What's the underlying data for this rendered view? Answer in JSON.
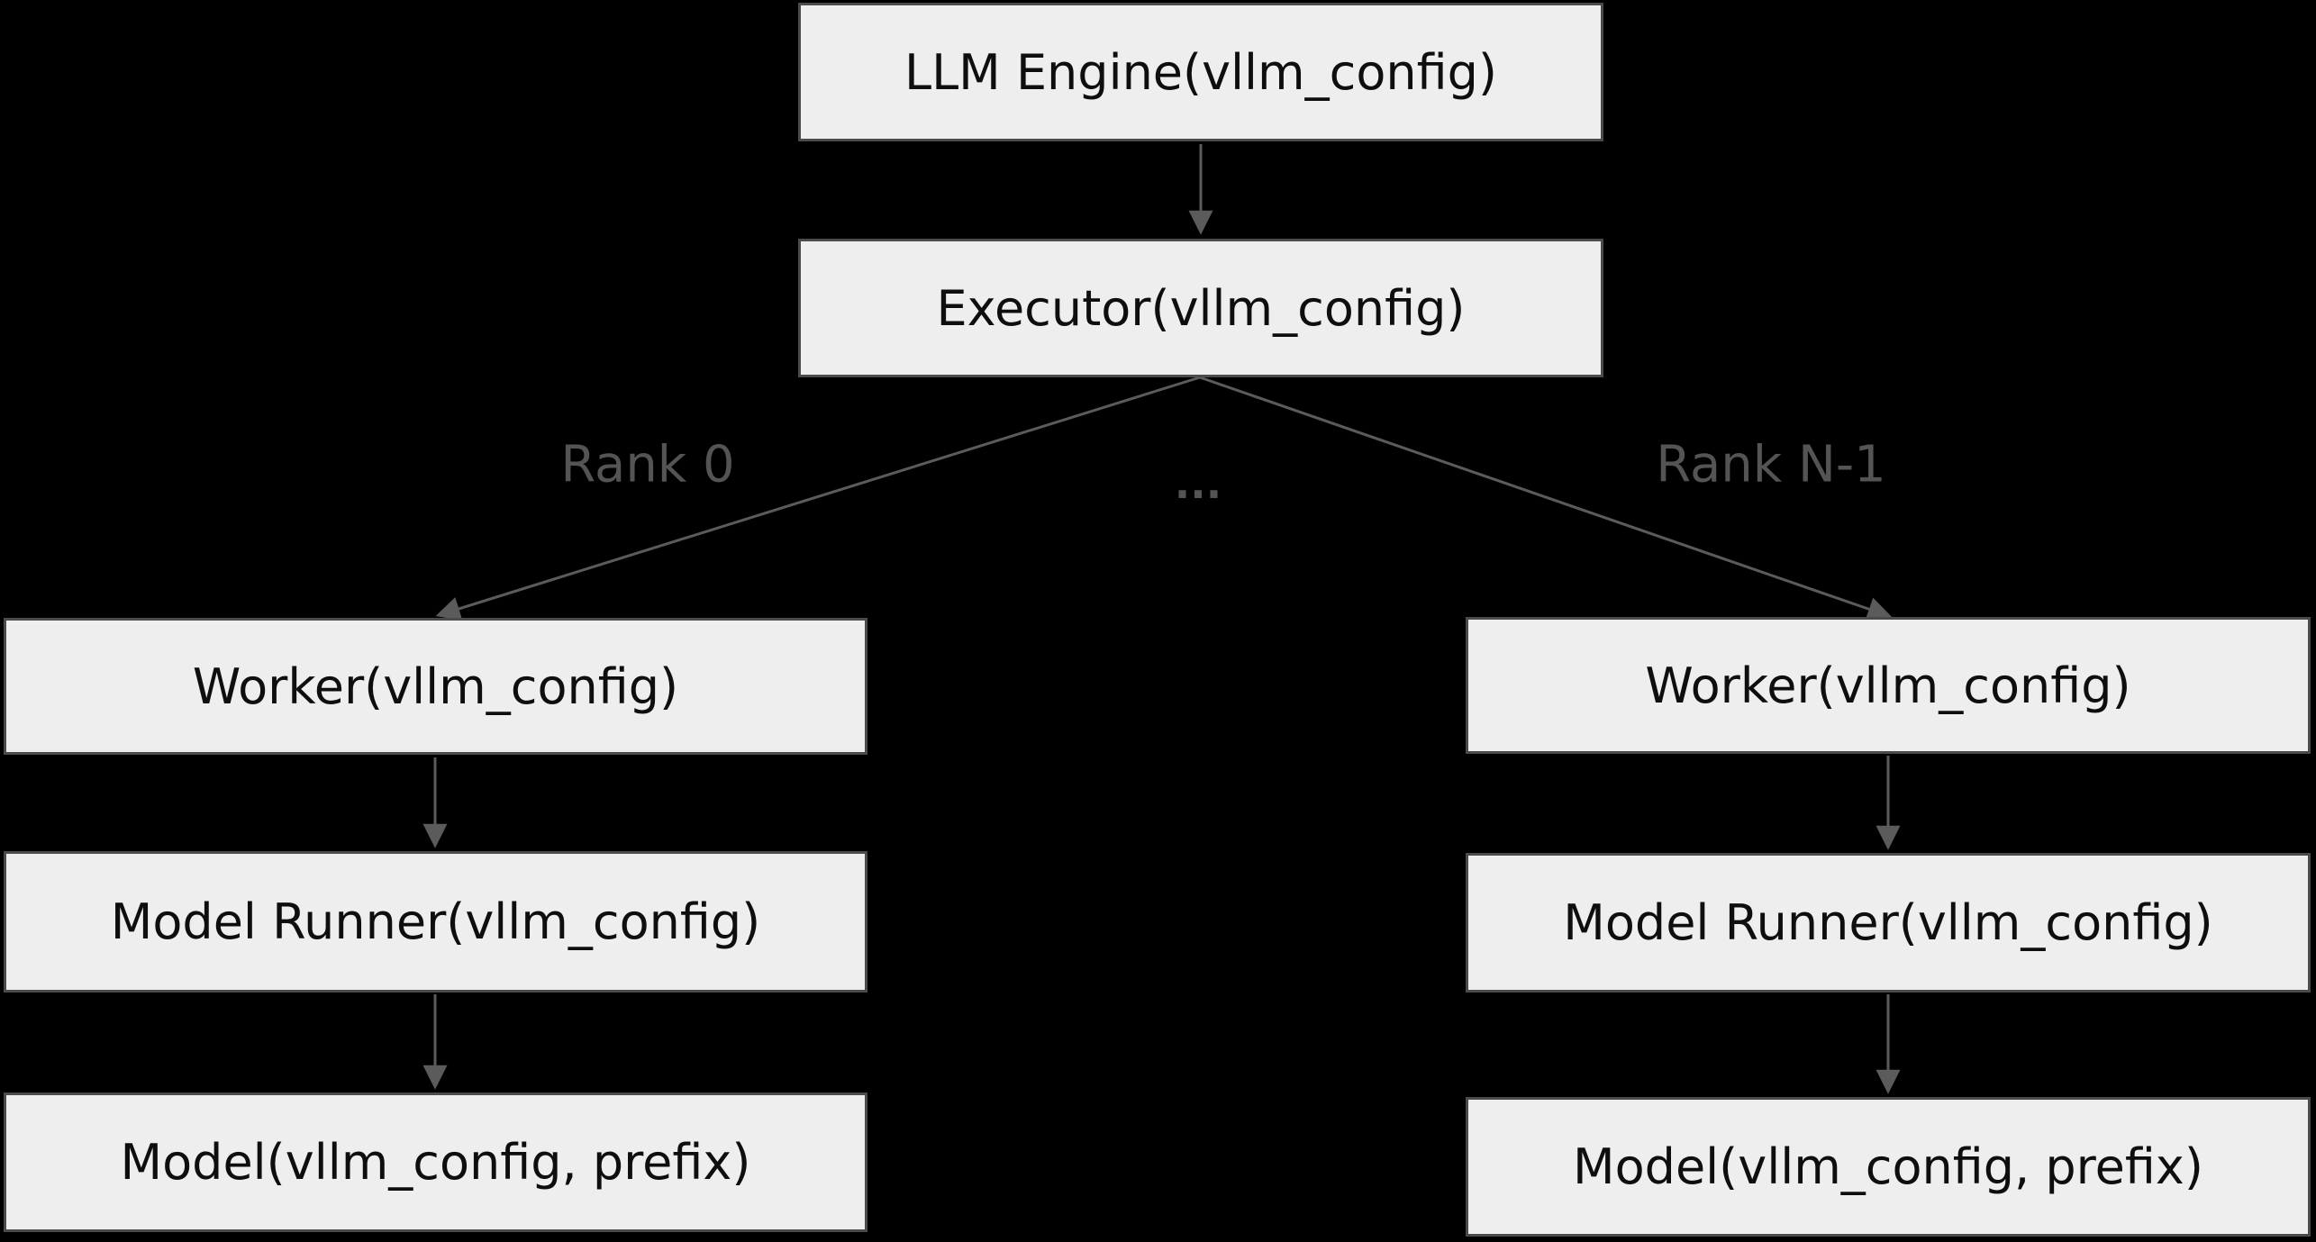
{
  "diagram": {
    "background_color": "#000000",
    "node_fill_color": "#eeeeee",
    "node_border_color": "#4b4b4b",
    "node_text_color": "#0e0e0e",
    "edge_color": "#5b5b5b",
    "edge_label_color": "#545454",
    "nodes": {
      "llm_engine": {
        "label": "LLM Engine(vllm_config)"
      },
      "executor": {
        "label": "Executor(vllm_config)"
      },
      "worker_left": {
        "label": "Worker(vllm_config)"
      },
      "model_runner_left": {
        "label": "Model Runner(vllm_config)"
      },
      "model_left": {
        "label": "Model(vllm_config, prefix)"
      },
      "worker_right": {
        "label": "Worker(vllm_config)"
      },
      "model_runner_right": {
        "label": "Model Runner(vllm_config)"
      },
      "model_right": {
        "label": "Model(vllm_config, prefix)"
      }
    },
    "edge_labels": {
      "rank_0": "Rank 0",
      "ellipsis": "...",
      "rank_n_minus_1": "Rank N-1"
    }
  }
}
